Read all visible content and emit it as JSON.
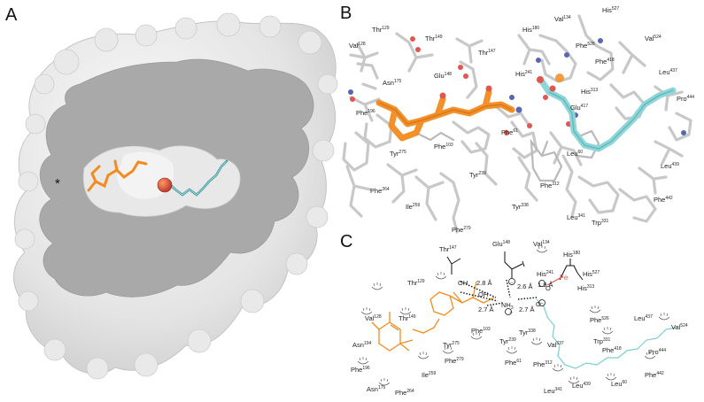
{
  "panels": {
    "A": {
      "letter": "A",
      "marker": "*"
    },
    "B": {
      "letter": "B",
      "residues": [
        {
          "name": "Thr",
          "num": "129"
        },
        {
          "name": "Thr",
          "num": "149"
        },
        {
          "name": "Thr",
          "num": "147"
        },
        {
          "name": "His",
          "num": "180"
        },
        {
          "name": "Val",
          "num": "134"
        },
        {
          "name": "His",
          "num": "527"
        },
        {
          "name": "Val",
          "num": "128"
        },
        {
          "name": "Phe",
          "num": "526"
        },
        {
          "name": "Val",
          "num": "524"
        },
        {
          "name": "Glu",
          "num": "148"
        },
        {
          "name": "Phe",
          "num": "418"
        },
        {
          "name": "Asn",
          "num": "175"
        },
        {
          "name": "His",
          "num": "241"
        },
        {
          "name": "Leu",
          "num": "437"
        },
        {
          "name": "His",
          "num": "313"
        },
        {
          "name": "Pro",
          "num": "444"
        },
        {
          "name": "Glu",
          "num": "417"
        },
        {
          "name": "Phe",
          "num": "196"
        },
        {
          "name": "Phe",
          "num": "61"
        },
        {
          "name": "Phe",
          "num": "103"
        },
        {
          "name": "Leu",
          "num": "60"
        },
        {
          "name": "Tyr",
          "num": "275"
        },
        {
          "name": "Tyr",
          "num": "239"
        },
        {
          "name": "Leu",
          "num": "439"
        },
        {
          "name": "Phe",
          "num": "312"
        },
        {
          "name": "Phe",
          "num": "264"
        },
        {
          "name": "Ile",
          "num": "259"
        },
        {
          "name": "Phe",
          "num": "442"
        },
        {
          "name": "Tyr",
          "num": "338"
        },
        {
          "name": "Trp",
          "num": "331"
        },
        {
          "name": "Leu",
          "num": "341"
        },
        {
          "name": "Phe",
          "num": "279"
        }
      ]
    },
    "C": {
      "letter": "C",
      "fe": "Fe",
      "atoms": {
        "oh1": "OH",
        "oh2": "OH",
        "nh": "NH",
        "nh_sub": "3",
        "o": "O",
        "plus": "+",
        "minus": "−"
      },
      "distances": [
        "2.8 Å",
        "2.6 Å",
        "1.9 Å",
        "2.7 Å",
        "2.7 Å"
      ],
      "residues": [
        {
          "name": "Thr",
          "num": "147"
        },
        {
          "name": "Glu",
          "num": "148"
        },
        {
          "name": "Val",
          "num": "134"
        },
        {
          "name": "His",
          "num": "180"
        },
        {
          "name": "His",
          "num": "241"
        },
        {
          "name": "His",
          "num": "527"
        },
        {
          "name": "His",
          "num": "313"
        },
        {
          "name": "Thr",
          "num": "129"
        },
        {
          "name": "Val",
          "num": "128"
        },
        {
          "name": "Thr",
          "num": "149"
        },
        {
          "name": "Tyr",
          "num": "338"
        },
        {
          "name": "Phe",
          "num": "526"
        },
        {
          "name": "Leu",
          "num": "437"
        },
        {
          "name": "Val",
          "num": "524"
        },
        {
          "name": "Phe",
          "num": "103"
        },
        {
          "name": "Tyr",
          "num": "275"
        },
        {
          "name": "Trp",
          "num": "331"
        },
        {
          "name": "Asn",
          "num": "194"
        },
        {
          "name": "Phe",
          "num": "279"
        },
        {
          "name": "Tyr",
          "num": "239"
        },
        {
          "name": "Val",
          "num": "337"
        },
        {
          "name": "Phe",
          "num": "418"
        },
        {
          "name": "Pro",
          "num": "444"
        },
        {
          "name": "Phe",
          "num": "196"
        },
        {
          "name": "Phe",
          "num": "61"
        },
        {
          "name": "Phe",
          "num": "312"
        },
        {
          "name": "Phe",
          "num": "442"
        },
        {
          "name": "Ile",
          "num": "259"
        },
        {
          "name": "Asn",
          "num": "175"
        },
        {
          "name": "Phe",
          "num": "264"
        },
        {
          "name": "Leu",
          "num": "341"
        },
        {
          "name": "Leu",
          "num": "439"
        },
        {
          "name": "Leu",
          "num": "60"
        }
      ]
    }
  },
  "colors": {
    "orange": "#f28c1e",
    "cyan": "#79cfd2",
    "iron": "#e0574f",
    "oxygen": "#e0574f",
    "nitrogen": "#5766b5",
    "surface": "#e6e6e6",
    "section": "#a9a9a9"
  }
}
